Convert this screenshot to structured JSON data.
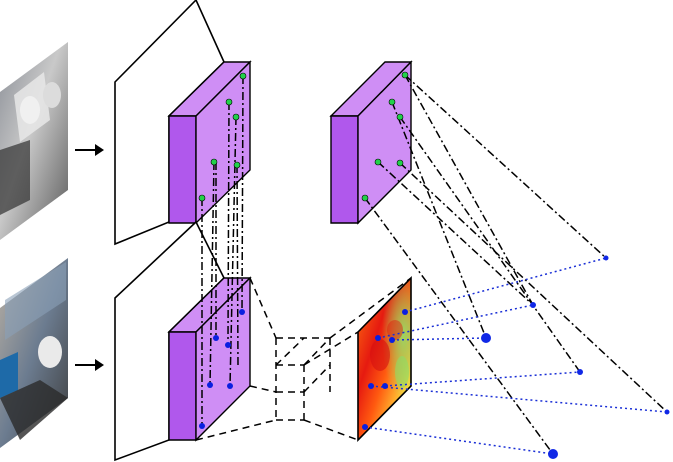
{
  "figure": {
    "input_images": [
      {
        "id": "input-image-top",
        "content": "photo-desk-with-mannequin-heads"
      },
      {
        "id": "input-image-bottom",
        "content": "photo-desk-with-mannequin-head-and-monitor"
      }
    ],
    "arrow_icon": "right-arrow-icon",
    "colors": {
      "background": "#ffffff",
      "feature_front": "#cf8ef5",
      "feature_side": "#b058ec",
      "outline": "#000000",
      "top_keypoint": "#22d14a",
      "bottom_keypoint": "#0a1fe0",
      "large_keypoint": "#1028e6",
      "dotted_link": "#1a2fd6",
      "dashdot_link": "#000000",
      "heatmap_low": "#f5e33a",
      "heatmap_mid": "#ff8a1c",
      "heatmap_high": "#e01010",
      "heatmap_cool": "#7ee06a"
    }
  }
}
